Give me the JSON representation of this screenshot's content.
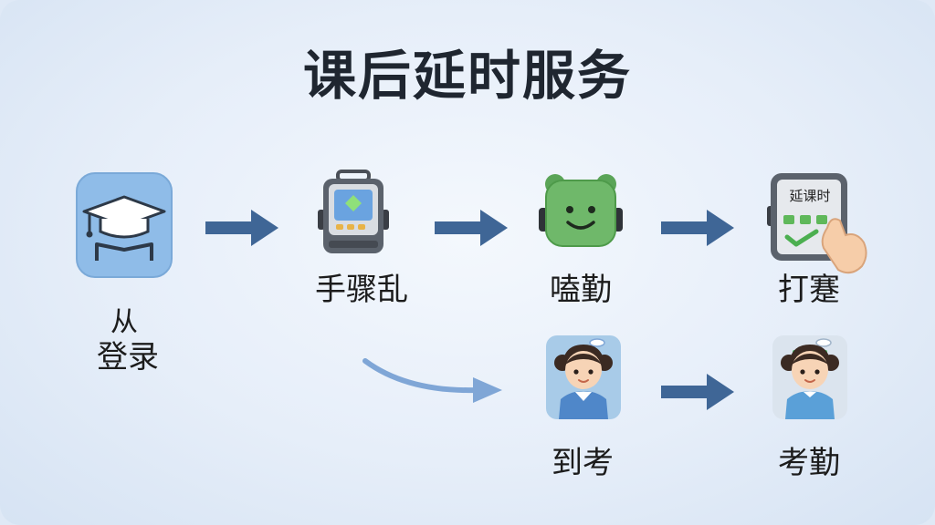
{
  "title": "课后延时服务",
  "steps": {
    "login": {
      "glyph": "从",
      "label": "登录",
      "icon": "graduation-cap-icon"
    },
    "select": {
      "label": "手骤乱",
      "icon": "tablet-device-icon"
    },
    "checkin_device": {
      "label": "嗑勤",
      "icon": "robot-face-icon"
    },
    "punch": {
      "label": "打蹇",
      "screen_text": "延课时",
      "icon": "attendance-phone-icon"
    },
    "arrive": {
      "label": "到考",
      "icon": "student-girl-icon"
    },
    "attendance": {
      "label": "考勤",
      "icon": "student-girl-icon"
    }
  },
  "colors": {
    "arrow": "#3f6696",
    "arrow_curve": "#7fa6d6",
    "app_icon_bg": "#8fbce8",
    "robot_green": "#6fb86a",
    "title": "#1f2630"
  }
}
